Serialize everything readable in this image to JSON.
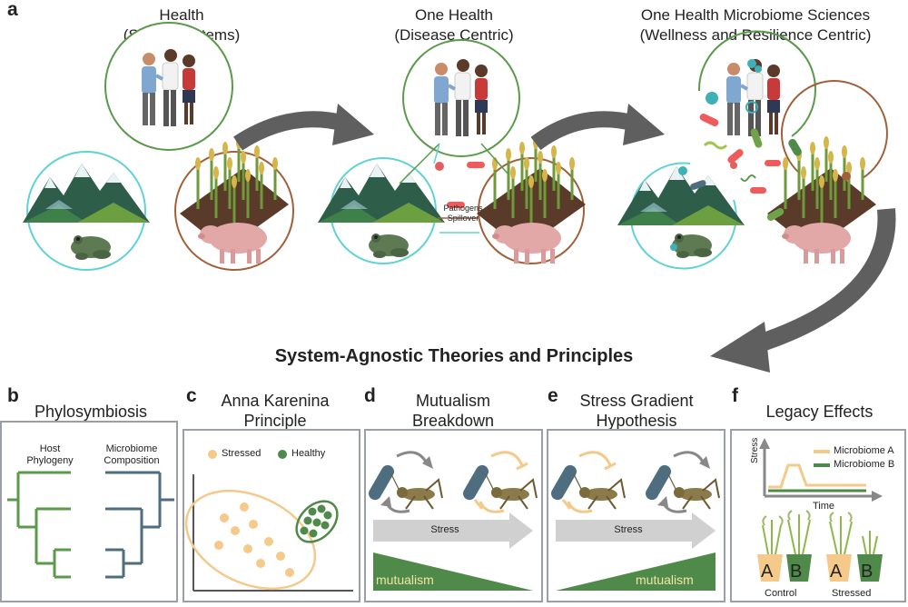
{
  "panel_a": {
    "letter": "a",
    "columns": [
      {
        "title": "Health",
        "subtitle": "(Siloed Systems)"
      },
      {
        "title": "One Health",
        "subtitle": "(Disease Centric)"
      },
      {
        "title": "One Health Microbiome Sciences",
        "subtitle": "(Wellness and Resilience Centric)"
      }
    ],
    "spillover_label_1": "Pathogens",
    "spillover_label_2": "Spillover"
  },
  "main_heading": "System-Agnostic Theories and Principles",
  "panel_b": {
    "letter": "b",
    "title": "Phylosymbiosis",
    "host_label_1": "Host",
    "host_label_2": "Phylogeny",
    "microbiome_label_1": "Microbiome",
    "microbiome_label_2": "Composition"
  },
  "panel_c": {
    "letter": "c",
    "title_1": "Anna Karenina",
    "title_2": "Principle",
    "legend_stressed": "Stressed",
    "legend_healthy": "Healthy"
  },
  "panel_d": {
    "letter": "d",
    "title_1": "Mutualism",
    "title_2": "Breakdown",
    "stress_label": "Stress",
    "mutualism_label": "mutualism"
  },
  "panel_e": {
    "letter": "e",
    "title_1": "Stress Gradient",
    "title_2": "Hypothesis",
    "stress_label": "Stress",
    "mutualism_label": "mutualism"
  },
  "panel_f": {
    "letter": "f",
    "title": "Legacy Effects",
    "y_axis_label": "Stress",
    "x_axis_label": "Time",
    "legend_a": "Microbiome A",
    "legend_b": "Microbiome B",
    "pot_a": "A",
    "pot_b": "B",
    "control_label": "Control",
    "stressed_label": "Stressed"
  },
  "colors": {
    "teal_ring": "#5fd3d3",
    "green_ring": "#5a9a4a",
    "brown_ring": "#a0613a",
    "arrow_gray": "#5f5f5f",
    "orange": "#f5c98a",
    "dark_green": "#4f8a4a",
    "blue_gray": "#4e6e80",
    "panel_border": "#9aa0a6"
  }
}
